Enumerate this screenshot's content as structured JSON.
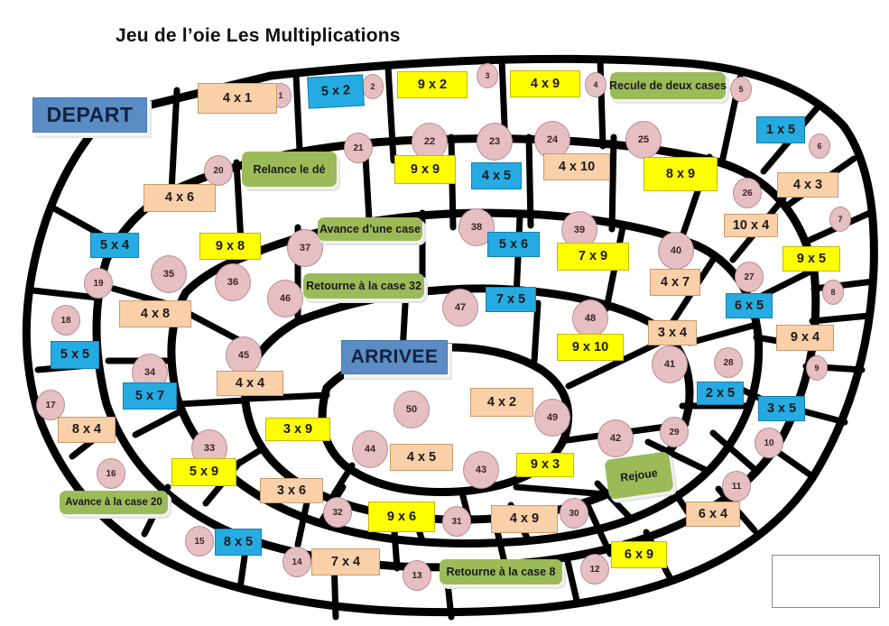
{
  "page": {
    "title": "Jeu de l’oie Les Multiplications",
    "language": "fr"
  },
  "colors": {
    "peach": "#FAD0A8",
    "yellow": "#FFFF00",
    "blue": "#25ABE2",
    "green": "#9BBB59",
    "start_finish_blue": "#5B8CC4",
    "circle_pink": "#E6BFC3",
    "track_line": "#000000"
  },
  "markers": {
    "start_label": "DEPART",
    "finish_label": "ARRIVEE"
  },
  "spaces": [
    {
      "n": "1",
      "label": "4 x 1",
      "kind": "peach"
    },
    {
      "n": "2",
      "label": "5 x 2",
      "kind": "blue"
    },
    {
      "n": "3",
      "label": "9 x 2",
      "kind": "yellow"
    },
    {
      "n": "4",
      "label": "4 x 9",
      "kind": "yellow"
    },
    {
      "n": "5",
      "label": "Recule de deux cases",
      "kind": "action"
    },
    {
      "n": "6",
      "label": "1 x 5",
      "kind": "blue"
    },
    {
      "n": "7",
      "label": "4 x 3",
      "kind": "peach"
    },
    {
      "n": "8",
      "label": "9 x 5",
      "kind": "yellow"
    },
    {
      "n": "9",
      "label": "9 x 4",
      "kind": "peach"
    },
    {
      "n": "10",
      "label": "3 x 5",
      "kind": "blue"
    },
    {
      "n": "11",
      "label": "6 x 4",
      "kind": "peach"
    },
    {
      "n": "12",
      "label": "6 x 9",
      "kind": "yellow"
    },
    {
      "n": "13",
      "label": "Retourne à la case 8",
      "kind": "action"
    },
    {
      "n": "14",
      "label": "7 x 4",
      "kind": "peach"
    },
    {
      "n": "15",
      "label": "8 x 5",
      "kind": "blue"
    },
    {
      "n": "16",
      "label": "Avance à la case 20",
      "kind": "action"
    },
    {
      "n": "17",
      "label": "8 x 4",
      "kind": "peach"
    },
    {
      "n": "18",
      "label": "5 x 5",
      "kind": "blue"
    },
    {
      "n": "19",
      "label": "5 x 4",
      "kind": "blue"
    },
    {
      "n": "20",
      "label": "4 x 6",
      "kind": "peach"
    },
    {
      "n": "21",
      "label": "Relance le dé",
      "kind": "action"
    },
    {
      "n": "22",
      "label": "9 x 9",
      "kind": "yellow"
    },
    {
      "n": "23",
      "label": "4 x 5",
      "kind": "blue"
    },
    {
      "n": "24",
      "label": "4 x 10",
      "kind": "peach"
    },
    {
      "n": "25",
      "label": "8 x 9",
      "kind": "yellow"
    },
    {
      "n": "26",
      "label": "10 x 4",
      "kind": "peach"
    },
    {
      "n": "27",
      "label": "6 x 5",
      "kind": "blue"
    },
    {
      "n": "28",
      "label": "2 x 5",
      "kind": "blue"
    },
    {
      "n": "29",
      "label": "Rejoue",
      "kind": "action"
    },
    {
      "n": "30",
      "label": "4 x 9",
      "kind": "peach"
    },
    {
      "n": "31",
      "label": "9 x 6",
      "kind": "yellow"
    },
    {
      "n": "32",
      "label": "3 x 6",
      "kind": "peach"
    },
    {
      "n": "33",
      "label": "5 x 9",
      "kind": "yellow"
    },
    {
      "n": "34",
      "label": "5 x 7",
      "kind": "blue"
    },
    {
      "n": "35",
      "label": "4 x 8",
      "kind": "peach"
    },
    {
      "n": "36",
      "label": "9 x 8",
      "kind": "yellow"
    },
    {
      "n": "37",
      "label": "Avance d’une case",
      "kind": "action"
    },
    {
      "n": "38",
      "label": "5 x 6",
      "kind": "blue"
    },
    {
      "n": "39",
      "label": "7 x 9",
      "kind": "yellow"
    },
    {
      "n": "40",
      "label": "4 x 7",
      "kind": "peach"
    },
    {
      "n": "41",
      "label": "3 x 4",
      "kind": "peach"
    },
    {
      "n": "42",
      "label": "9 x 3",
      "kind": "yellow"
    },
    {
      "n": "43",
      "label": "4 x 5",
      "kind": "peach"
    },
    {
      "n": "44",
      "label": "3 x 9",
      "kind": "yellow"
    },
    {
      "n": "45",
      "label": "4 x 4",
      "kind": "peach"
    },
    {
      "n": "46",
      "label": "Retourne à la case 32",
      "kind": "action"
    },
    {
      "n": "47",
      "label": "7 x 5",
      "kind": "blue"
    },
    {
      "n": "48",
      "label": "9 x 10",
      "kind": "yellow"
    },
    {
      "n": "49",
      "label": "4 x 2",
      "kind": "peach"
    },
    {
      "n": "50",
      "label": "",
      "kind": "none"
    }
  ]
}
